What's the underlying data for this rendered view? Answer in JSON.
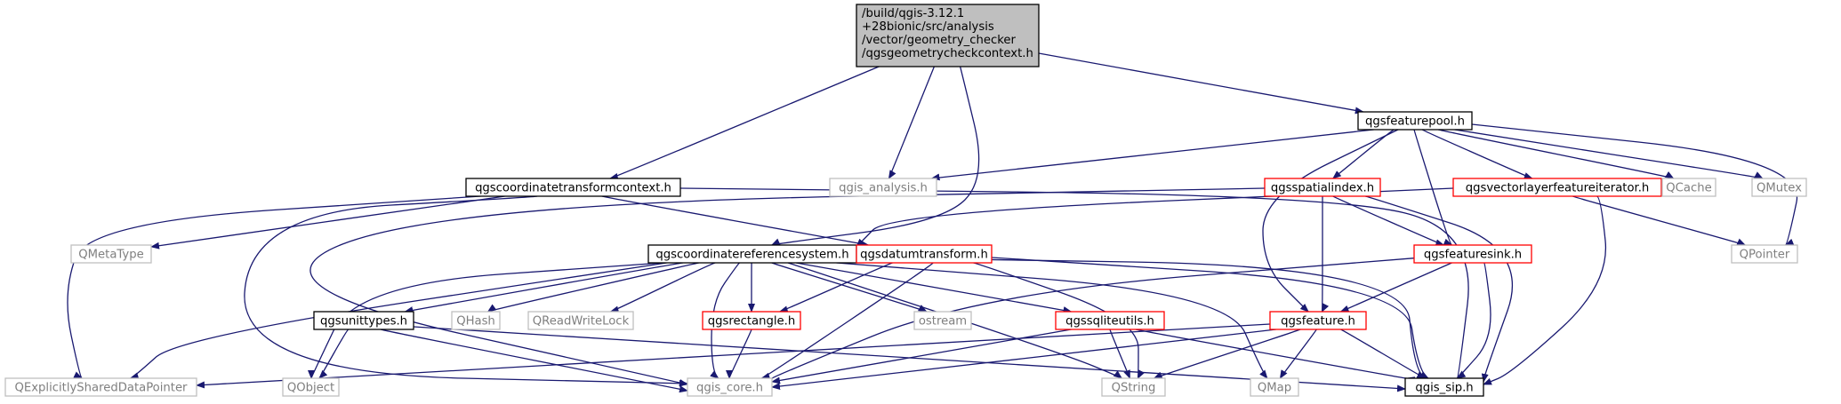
{
  "colors": {
    "edge": "#191970",
    "border_default": "#000000",
    "border_red": "#ff0000",
    "border_gray": "#bfbfbf",
    "text_default": "#000000",
    "text_gray": "#7f7f7f",
    "fill_root": "#bfbfbf",
    "fill_default": "#ffffff"
  },
  "root": {
    "lines": [
      "/build/qgis-3.12.1",
      "+28bionic/src/analysis",
      "/vector/geometry_checker",
      "/qgsgeometrycheckcontext.h"
    ]
  },
  "nodes": {
    "featurepool": "qgsfeaturepool.h",
    "ctc": "qgscoordinatetransformcontext.h",
    "analysis": "qgis_analysis.h",
    "spatialindex": "qgsspatialindex.h",
    "vlfi": "qgsvectorlayerfeatureiterator.h",
    "qcache": "QCache",
    "qmutex": "QMutex",
    "qmetatype": "QMetaType",
    "crs": "qgscoordinatereferencesystem.h",
    "datum": "qgsdatumtransform.h",
    "featuresink": "qgsfeaturesink.h",
    "qpointer": "QPointer",
    "unittypes": "qgsunittypes.h",
    "qhash": "QHash",
    "qreadwritelock": "QReadWriteLock",
    "rectangle": "qgsrectangle.h",
    "ostream": "ostream",
    "sqliteutils": "qgssqliteutils.h",
    "feature": "qgsfeature.h",
    "qesdp": "QExplicitlySharedDataPointer",
    "qobject": "QObject",
    "core": "qgis_core.h",
    "qstring": "QString",
    "qmap": "QMap",
    "sip": "qgis_sip.h"
  }
}
